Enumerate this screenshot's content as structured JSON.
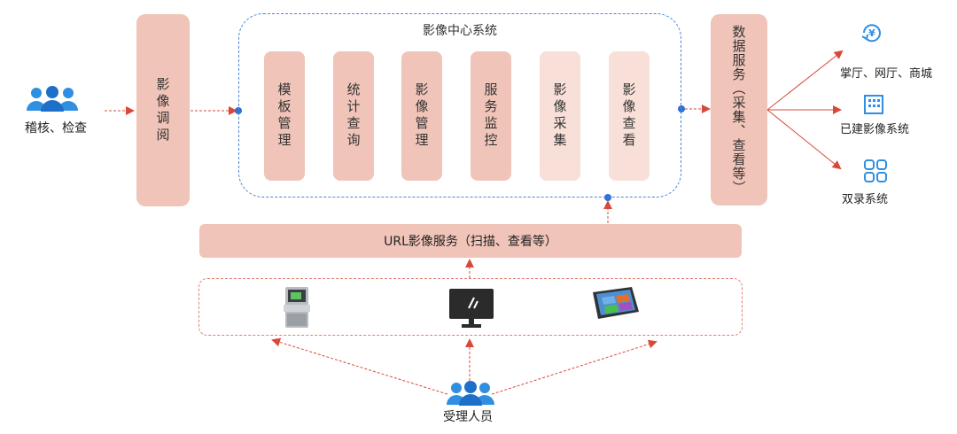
{
  "left_actor": {
    "label": "稽核、检查",
    "icon": "users-icon"
  },
  "image_retrieval": {
    "label": "影像调阅"
  },
  "center_system": {
    "title": "影像中心系统",
    "modules": [
      {
        "label": "模板管理",
        "style": "dark"
      },
      {
        "label": "统计查询",
        "style": "dark"
      },
      {
        "label": "影像管理",
        "style": "dark"
      },
      {
        "label": "服务监控",
        "style": "dark"
      },
      {
        "label": "影像采集",
        "style": "light"
      },
      {
        "label": "影像查看",
        "style": "light"
      }
    ]
  },
  "data_service": {
    "label": "数据服务（采集、查看等）"
  },
  "targets": [
    {
      "label": "掌厅、网厅、商城",
      "icon": "yen-icon"
    },
    {
      "label": "已建影像系统",
      "icon": "building-icon"
    },
    {
      "label": "双录系统",
      "icon": "grid-icon"
    }
  ],
  "url_service": {
    "label": "URL影像服务（扫描、查看等）"
  },
  "devices": [
    {
      "name": "kiosk-icon"
    },
    {
      "name": "monitor-icon"
    },
    {
      "name": "tablet-icon"
    }
  ],
  "bottom_actor": {
    "label": "受理人员",
    "icon": "users-icon"
  },
  "colors": {
    "accent_red": "#d9493a",
    "dot_blue": "#2f6fd6",
    "box_fill": "#f0c4b8",
    "icon_blue": "#2f8fe0"
  }
}
